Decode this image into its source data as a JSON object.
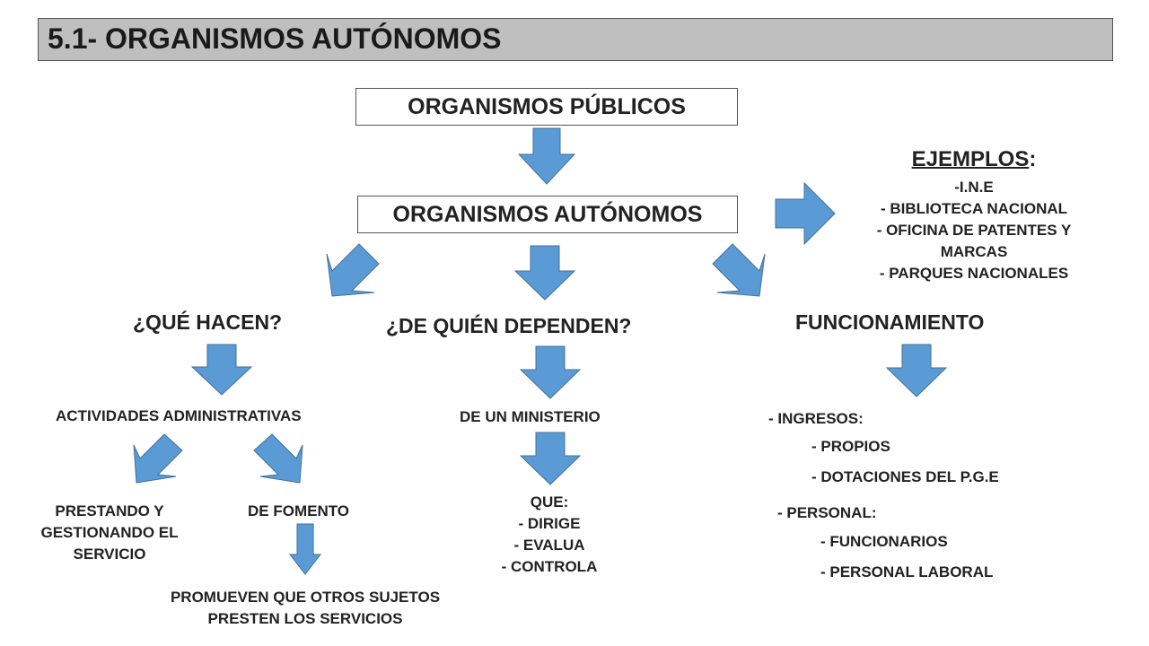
{
  "title": "5.1- ORGANISMOS AUTÓNOMOS",
  "box_publicos": "ORGANISMOS PÚBLICOS",
  "box_autonomos": "ORGANISMOS AUTÓNOMOS",
  "ejemplos": {
    "title": "EJEMPLOS",
    "colon": ":",
    "items": [
      "-I.N.E",
      "- BIBLIOTECA NACIONAL",
      "- OFICINA DE PATENTES Y",
      "MARCAS",
      "- PARQUES NACIONALES"
    ]
  },
  "que_hacen": {
    "heading": "¿QUÉ HACEN?",
    "activities": "ACTIVIDADES ADMINISTRATIVAS",
    "prestando": [
      "PRESTANDO Y",
      "GESTIONANDO EL",
      "SERVICIO"
    ],
    "fomento": "DE FOMENTO",
    "promueven": [
      "PROMUEVEN QUE OTROS SUJETOS",
      "PRESTEN LOS SERVICIOS"
    ]
  },
  "de_quien": {
    "heading": "¿DE QUIÉN DEPENDEN?",
    "ministerio": "DE UN MINISTERIO",
    "que": [
      "QUE:",
      "- DIRIGE",
      "- EVALUA",
      "- CONTROLA"
    ]
  },
  "funcionamiento": {
    "heading": "FUNCIONAMIENTO",
    "ingresos": "- INGRESOS:",
    "propios": "- PROPIOS",
    "dotaciones": "- DOTACIONES DEL P.G.E",
    "personal": "- PERSONAL:",
    "funcionarios": "- FUNCIONARIOS",
    "laboral": "- PERSONAL LABORAL"
  },
  "colors": {
    "arrow_fill": "#5b9bd5",
    "arrow_stroke": "#41719c",
    "title_bar": "#bfbfbf"
  }
}
